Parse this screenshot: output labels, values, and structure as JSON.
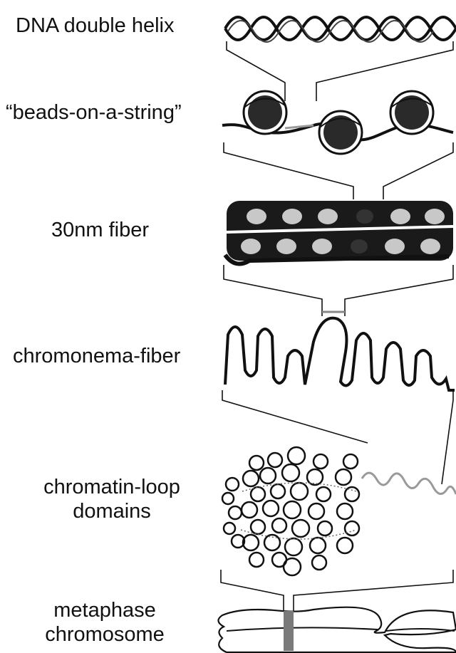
{
  "labels": {
    "dna": "DNA double helix",
    "beads": "“beads-on-a-string”",
    "fiber30": "30nm fiber",
    "chromonema": "chromonema-fiber",
    "loop_line1": "chromatin-loop",
    "loop_line2": "domains",
    "meta_line1": "metaphase",
    "meta_line2": "chromosome"
  },
  "colors": {
    "ink": "#111111",
    "nucleosome_dark": "#2a2a2a",
    "nucleosome_light": "#c8c8c8",
    "linker_gray": "#9a9a9a",
    "centromere": "#7a7a7a"
  }
}
